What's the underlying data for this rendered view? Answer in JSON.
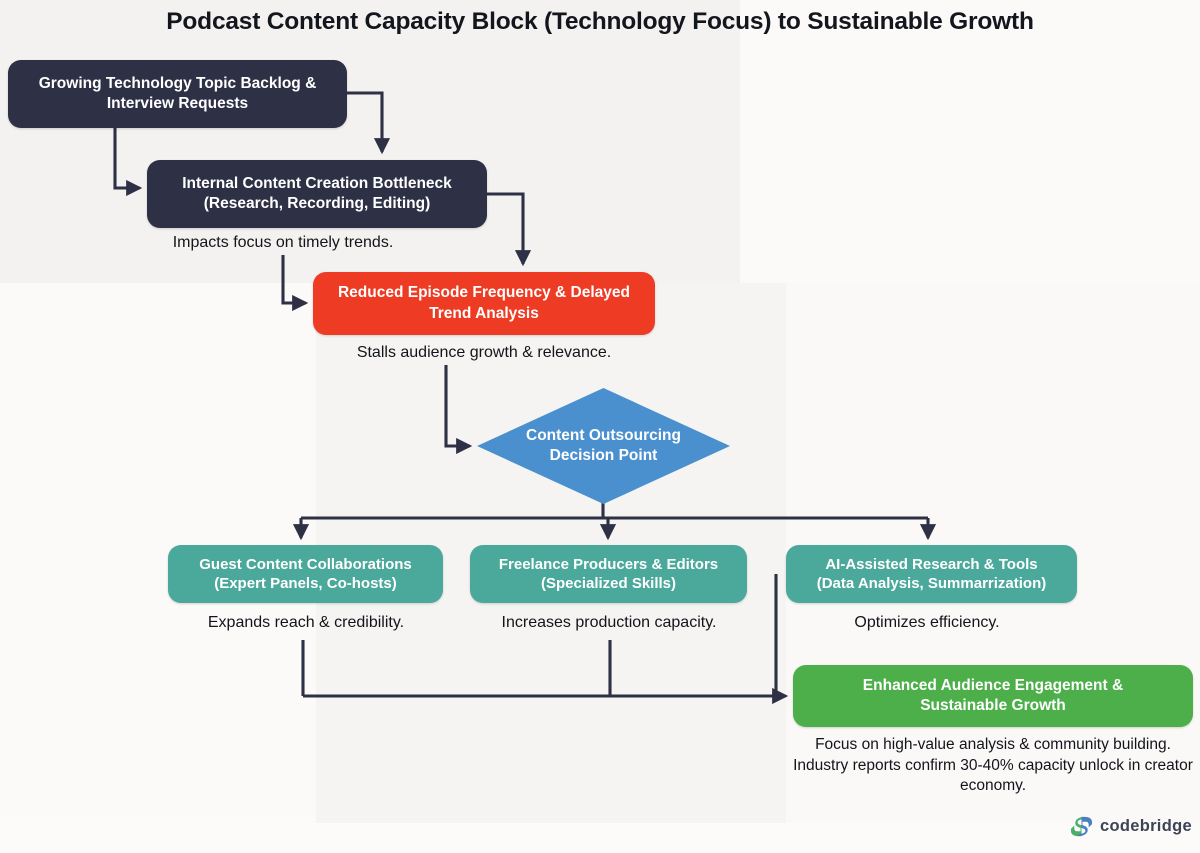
{
  "page": {
    "title": "Podcast Content Capacity Block (Technology Focus) to Sustainable Growth",
    "background_color": "#f7f6f4"
  },
  "palette": {
    "dark_navy": "#2e3145",
    "red": "#ee3b24",
    "blue": "#4a90ce",
    "teal": "#4ba99b",
    "green": "#4caf4a",
    "connector": "#2e3145",
    "text_dark": "#13151b",
    "text_light": "#ffffff"
  },
  "nodes": {
    "backlog": {
      "label": "Growing Technology Topic Backlog &\nInterview Requests",
      "color": "#2e3145",
      "shape": "rounded-rect"
    },
    "bottleneck": {
      "label": "Internal Content Creation Bottleneck\n(Research, Recording, Editing)",
      "color": "#2e3145",
      "shape": "rounded-rect"
    },
    "reduced_frequency": {
      "label": "Reduced Episode Frequency & Delayed\nTrend Analysis",
      "color": "#ee3b24",
      "shape": "rounded-rect"
    },
    "decision": {
      "label": "Content Outsourcing\nDecision Point",
      "color": "#4a90ce",
      "shape": "diamond"
    },
    "guest_collab": {
      "label": "Guest Content Collaborations\n(Expert Panels, Co-hosts)",
      "color": "#4ba99b",
      "shape": "rounded-rect"
    },
    "freelance": {
      "label": "Freelance Producers & Editors\n(Specialized Skills)",
      "color": "#4ba99b",
      "shape": "rounded-rect"
    },
    "ai_tools": {
      "label": "AI-Assisted Research  & Tools\n(Data Analysis, Summarrization)",
      "color": "#4ba99b",
      "shape": "rounded-rect"
    },
    "outcome": {
      "label": "Enhanced Audience Engagement &\nSustainable Growth",
      "color": "#4caf4a",
      "shape": "rounded-rect"
    }
  },
  "edge_labels": {
    "impacts": "Impacts focus on timely trends.",
    "stalls": "Stalls audience growth & relevance.",
    "expands": "Expands reach & credibility.",
    "increases": "Increases production capacity.",
    "optimizes": "Optimizes efficiency.",
    "footnote": "Focus on high-value analysis & community building. Industry reports confirm 30-40% capacity unlock in creator economy."
  },
  "footer": {
    "brand": "codebridge",
    "logo_icon": "codebridge-logo-icon",
    "logo_green": "#4caf69",
    "logo_blue": "#4a7fc1"
  }
}
